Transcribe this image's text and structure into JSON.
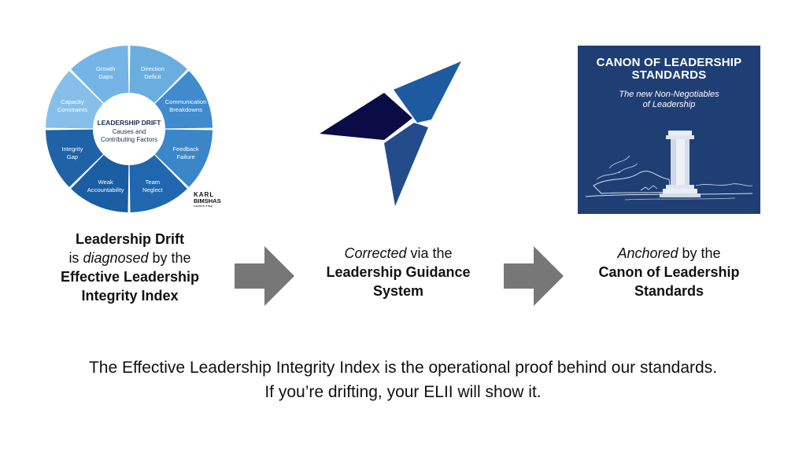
{
  "wheel": {
    "center_title": "LEADERSHIP DRIFT",
    "center_sub_1": "Causes and",
    "center_sub_2": "Contributing Factors",
    "segments": [
      {
        "line1": "Direction",
        "line2": "Deficit",
        "color": "#6aaee0"
      },
      {
        "line1": "Communication",
        "line2": "Breakdowns",
        "color": "#3f8bce"
      },
      {
        "line1": "Feedback",
        "line2": "Failure",
        "color": "#3a86c9"
      },
      {
        "line1": "Team",
        "line2": "Neglect",
        "color": "#2067b0"
      },
      {
        "line1": "Weak",
        "line2": "Accountability",
        "color": "#1b5da2"
      },
      {
        "line1": "Integrity",
        "line2": "Gap",
        "color": "#1f62a8"
      },
      {
        "line1": "Capacity",
        "line2": "Constraints",
        "color": "#86c0ea"
      },
      {
        "line1": "Growth",
        "line2": "Gaps",
        "color": "#74b4e6"
      }
    ],
    "logo": {
      "line1": "KARL",
      "line2": "BIMSHAS",
      "line3": "CONSULTING"
    }
  },
  "canon": {
    "title_line1": "CANON OF LEADERSHIP",
    "title_line2": "STANDARDS",
    "subtitle_line1": "The new Non-Negotiables",
    "subtitle_line2": "of Leadership",
    "bg_color": "#1f3e74"
  },
  "steps": {
    "step1": {
      "line1_bold": "Leadership Drift",
      "line2_pre": "is ",
      "line2_italic": "diagnosed",
      "line2_post": " by the",
      "line3_bold": "Effective Leadership",
      "line4_bold": "Integrity Index"
    },
    "step2": {
      "line1_italic": "Corrected",
      "line1_post": " via the",
      "line2_bold": "Leadership Guidance",
      "line3_bold": "System"
    },
    "step3": {
      "line1_italic": "Anchored",
      "line1_post": " by the",
      "line2_bold": "Canon of Leadership",
      "line3_bold": "Standards"
    }
  },
  "tagline": {
    "line1": "The Effective Leadership Integrity Index is the operational proof behind our standards.",
    "line2": "If you’re drifting, your ELII will show it."
  },
  "colors": {
    "arrow_gray": "#777777",
    "guidance_dark": "#0b0b45",
    "guidance_blue": "#1e5aa0",
    "guidance_mid": "#244c8a"
  }
}
